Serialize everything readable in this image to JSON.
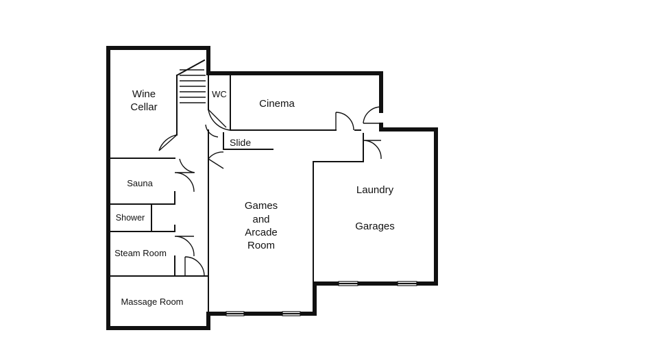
{
  "rooms": {
    "wine_cellar": [
      "Wine",
      "Cellar"
    ],
    "wc": "WC",
    "cinema": "Cinema",
    "slide": "Slide",
    "sauna": "Sauna",
    "shower": "Shower",
    "steam_room": "Steam Room",
    "massage_room": "Massage Room",
    "games": [
      "Games",
      "and",
      "Arcade",
      "Room"
    ],
    "laundry": "Laundry",
    "garages": "Garages"
  }
}
